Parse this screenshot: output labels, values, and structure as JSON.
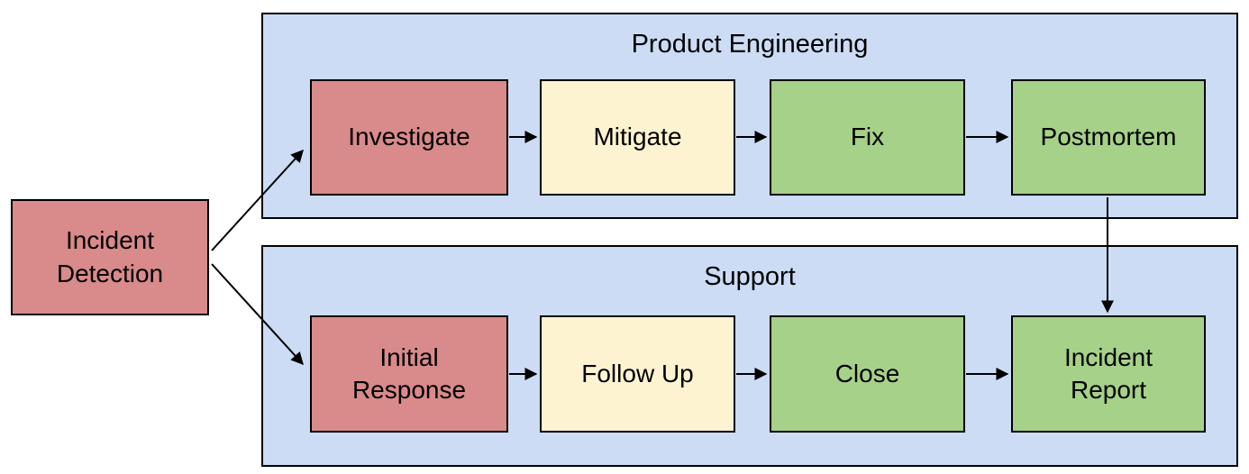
{
  "diagram": {
    "colors": {
      "red": "#d98a8a",
      "yellow": "#fdf3d0",
      "green": "#a6d189",
      "lane_blue": "#cbdcf4",
      "border": "#000000",
      "arrow": "#000000",
      "background": "#ffffff"
    },
    "start_node": {
      "label": "Incident\nDetection",
      "color_key": "red"
    },
    "lanes": [
      {
        "title": "Product Engineering",
        "nodes": [
          {
            "label": "Investigate",
            "color_key": "red"
          },
          {
            "label": "Mitigate",
            "color_key": "yellow"
          },
          {
            "label": "Fix",
            "color_key": "green"
          },
          {
            "label": "Postmortem",
            "color_key": "green"
          }
        ]
      },
      {
        "title": "Support",
        "nodes": [
          {
            "label": "Initial\nResponse",
            "color_key": "red"
          },
          {
            "label": "Follow Up",
            "color_key": "yellow"
          },
          {
            "label": "Close",
            "color_key": "green"
          },
          {
            "label": "Incident\nReport",
            "color_key": "green"
          }
        ]
      }
    ],
    "edges": [
      {
        "from": "Incident Detection",
        "to": "Investigate"
      },
      {
        "from": "Incident Detection",
        "to": "Initial Response"
      },
      {
        "from": "Investigate",
        "to": "Mitigate"
      },
      {
        "from": "Mitigate",
        "to": "Fix"
      },
      {
        "from": "Fix",
        "to": "Postmortem"
      },
      {
        "from": "Postmortem",
        "to": "Incident Report"
      },
      {
        "from": "Initial Response",
        "to": "Follow Up"
      },
      {
        "from": "Follow Up",
        "to": "Close"
      },
      {
        "from": "Close",
        "to": "Incident Report"
      }
    ]
  }
}
